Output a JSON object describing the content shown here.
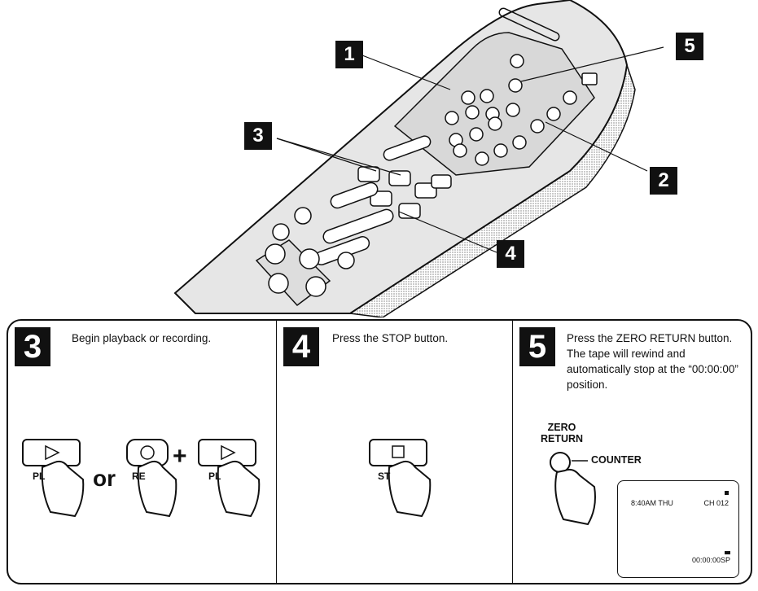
{
  "callouts": {
    "c1": "1",
    "c2": "2",
    "c3": "3",
    "c4": "4",
    "c5": "5"
  },
  "steps": [
    {
      "number": "3",
      "text": "Begin playback or recording."
    },
    {
      "number": "4",
      "text": "Press the STOP button."
    },
    {
      "number": "5",
      "text": "Press the ZERO RETURN button. The tape will rewind and automatically stop at the “00:00:00” position."
    }
  ],
  "step3_illustration": {
    "play_label": "PL",
    "or_word": "or",
    "rec_label": "RE",
    "plus": "+",
    "play_label2": "PL"
  },
  "step4_illustration": {
    "stop_label": "ST"
  },
  "step5_illustration": {
    "zero_return_label": "ZERO\nRETURN",
    "counter_label": "COUNTER",
    "screen": {
      "time": "8:40AM  THU",
      "channel": "CH 012",
      "counter": "00:00:00",
      "speed": "SP"
    }
  }
}
